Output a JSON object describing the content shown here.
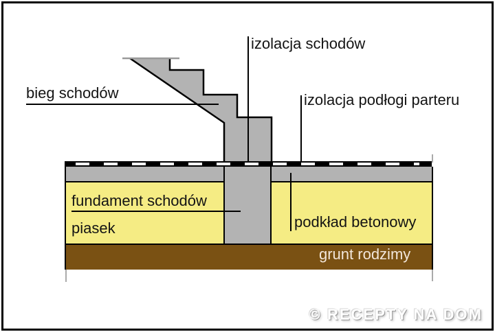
{
  "labels": {
    "stairs_insulation": "izolacja schodów",
    "stair_flight": "bieg schodów",
    "floor_insulation": "izolacja podłogi parteru",
    "stairs_foundation": "fundament schodów",
    "sand": "piasek",
    "concrete_underlay": "podkład betonowy",
    "native_soil": "grunt rodzimy"
  },
  "watermark": "© RECEPTY NA DOM",
  "colors": {
    "gray": "#b3b3b3",
    "yellow": "#f5ec84",
    "brown": "#7a5113",
    "soil-text": "#f2e6da",
    "tread": "#999999",
    "tick": "#aaaaaa"
  }
}
